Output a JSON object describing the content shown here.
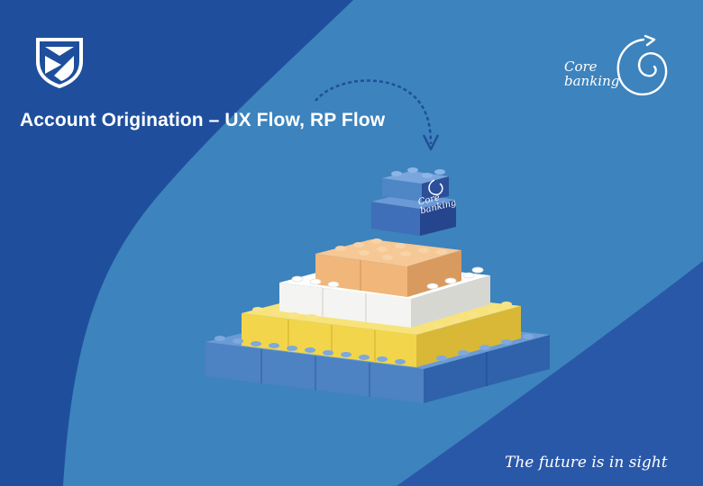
{
  "slide": {
    "title": "Account Origination – UX Flow, RP Flow",
    "tagline": "The future is in sight",
    "core_banking_logo": {
      "line1": "Core",
      "line2": "banking"
    },
    "brick_label": {
      "line1": "Core",
      "line2": "banking"
    },
    "brand_logo_icon": "bank-shield-icon",
    "colors": {
      "dark_blue": "#1f4f9c",
      "light_blue": "#3d83bd",
      "brick_blue": "#4f86c6",
      "brick_yellow": "#f2d54a",
      "brick_white": "#f4f4f2",
      "brick_peach": "#f0b67a",
      "brick_navy": "#243f8c"
    }
  }
}
